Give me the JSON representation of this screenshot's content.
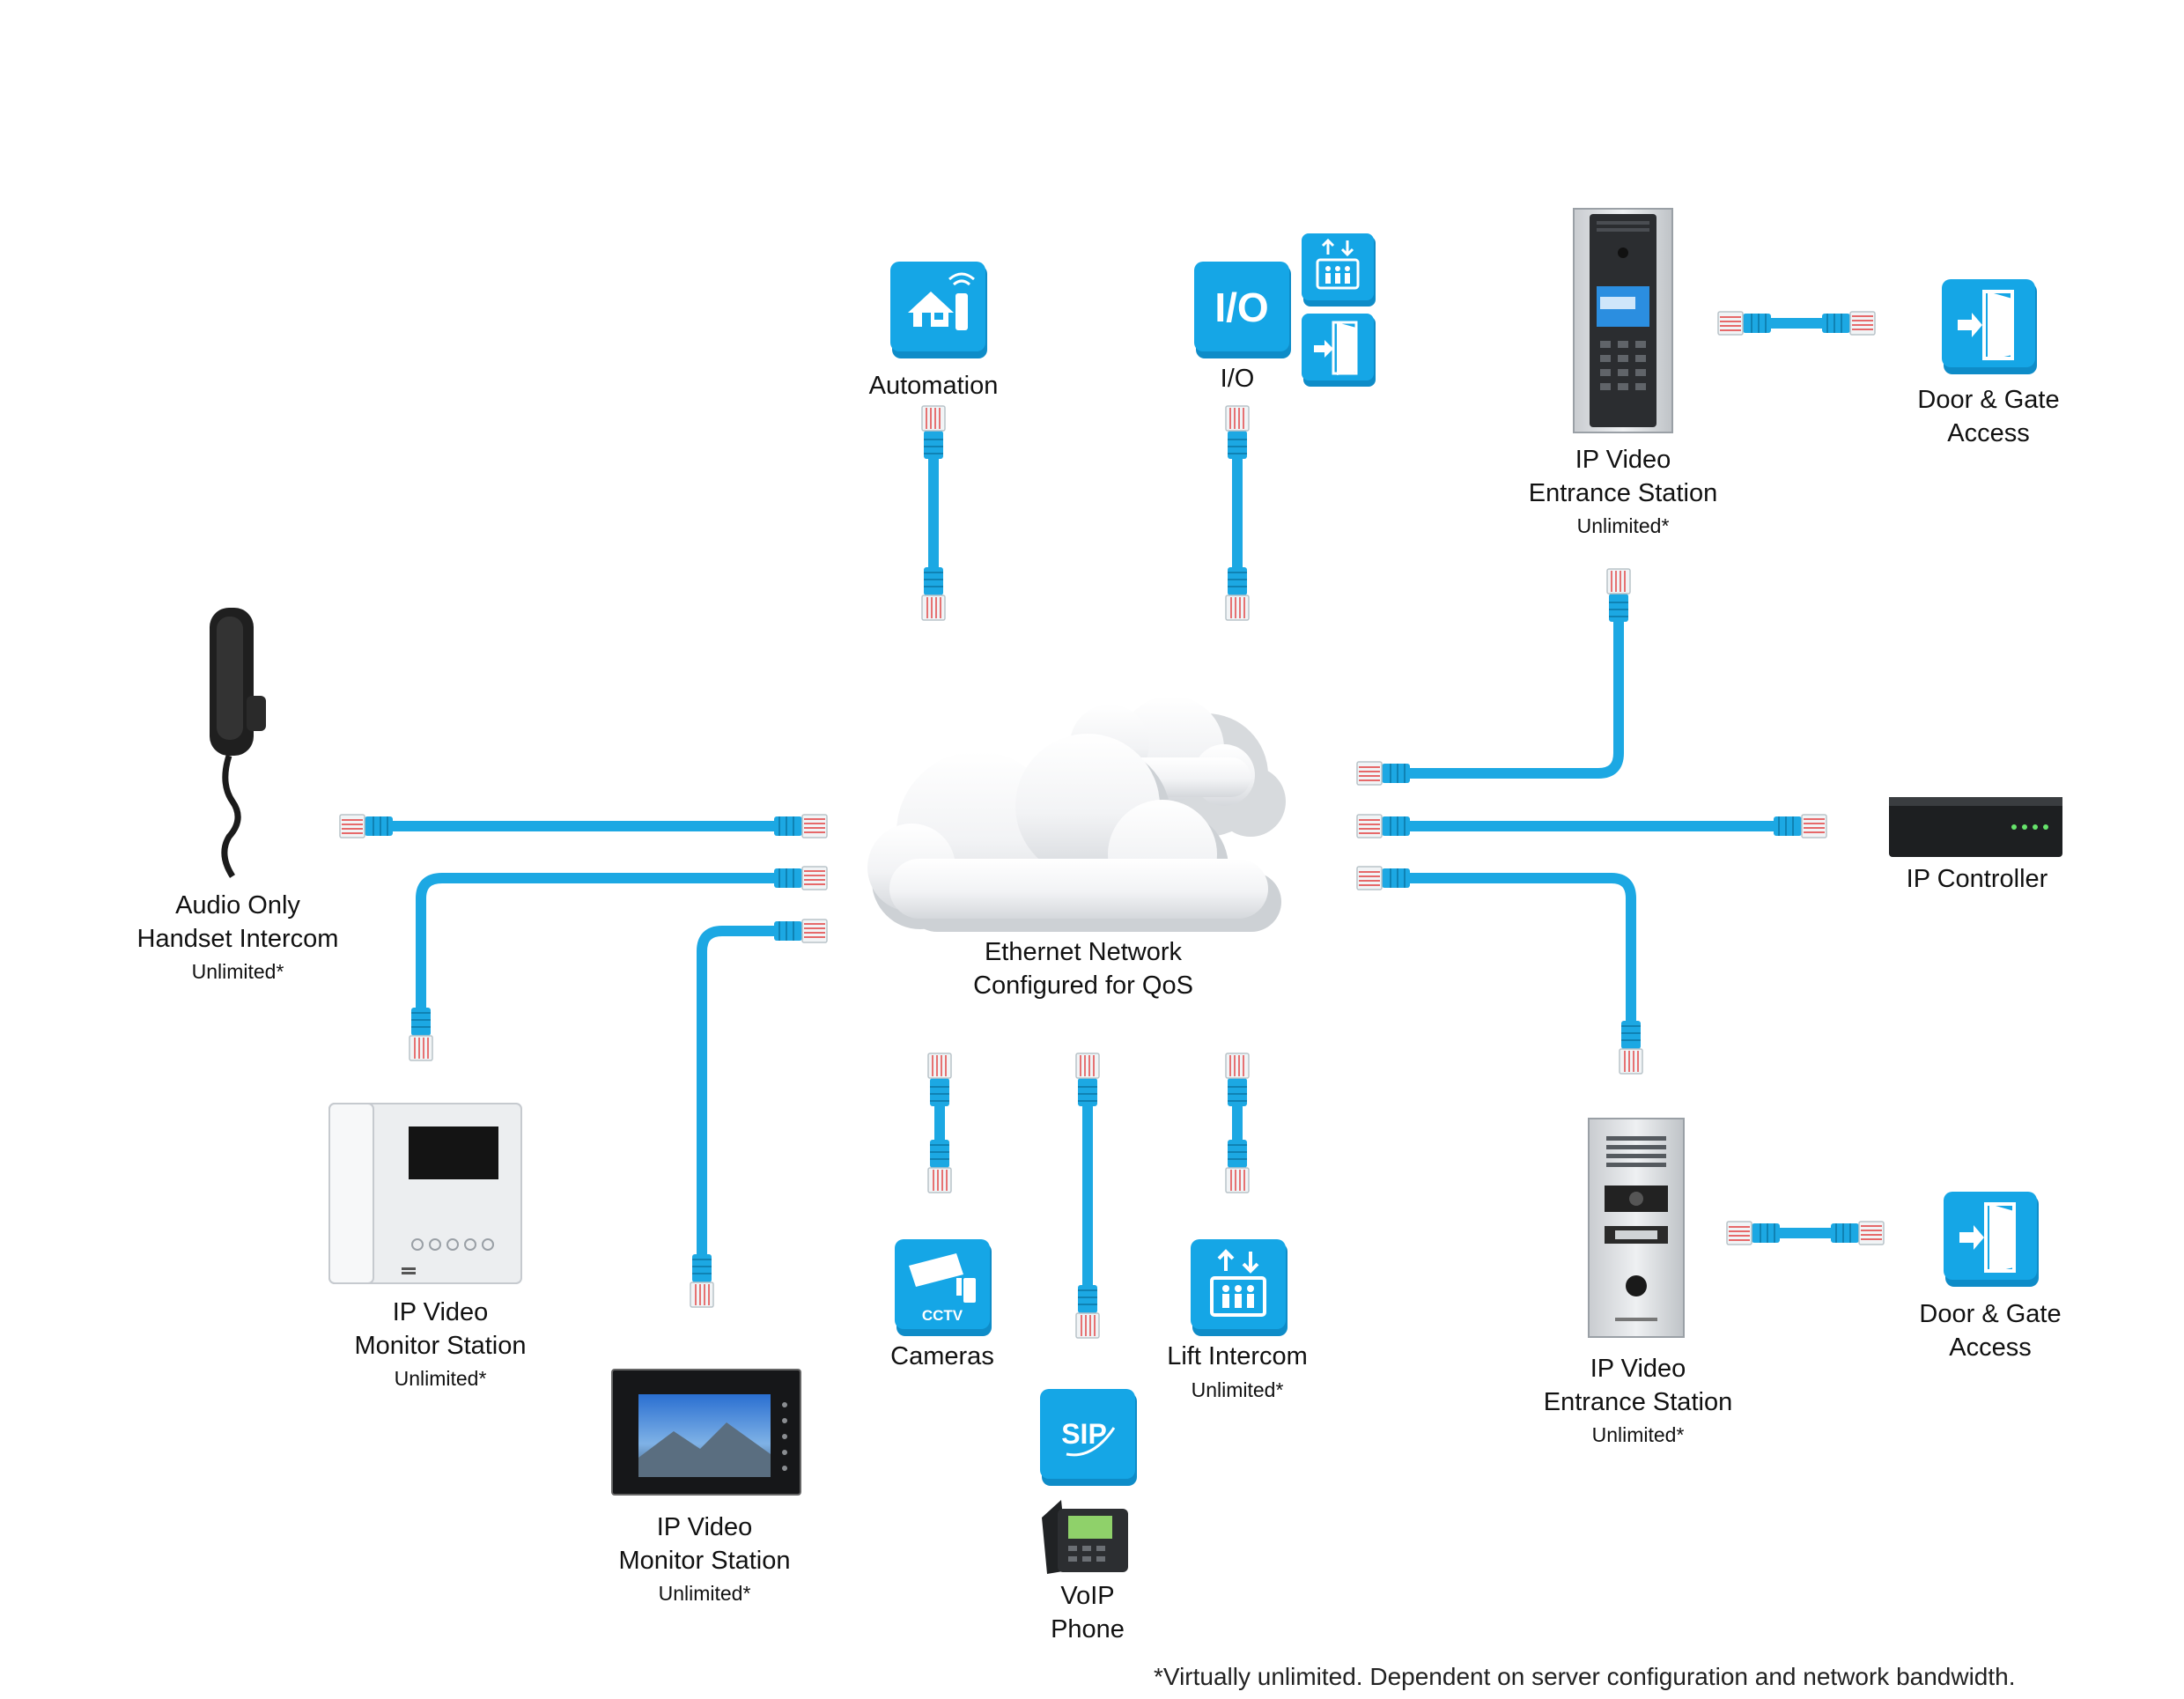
{
  "network": {
    "line1": "Ethernet Network",
    "line2": "Configured for QoS"
  },
  "nodes": {
    "automation": {
      "label": "Automation",
      "icon": "home-automation-icon"
    },
    "io": {
      "label": "I/O",
      "icon_text": "I/O"
    },
    "entrance_top": {
      "line1": "IP Video",
      "line2": "Entrance Station",
      "sub": "Unlimited*"
    },
    "door_top": {
      "line1": "Door & Gate",
      "line2": "Access"
    },
    "handset": {
      "line1": "Audio Only",
      "line2": "Handset Intercom",
      "sub": "Unlimited*"
    },
    "controller": {
      "label": "IP Controller"
    },
    "monitor_1": {
      "line1": "IP Video",
      "line2": "Monitor Station",
      "sub": "Unlimited*"
    },
    "monitor_2": {
      "line1": "IP Video",
      "line2": "Monitor Station",
      "sub": "Unlimited*"
    },
    "cameras": {
      "label": "Cameras",
      "icon_text": "CCTV"
    },
    "voip": {
      "line1": "VoIP",
      "line2": "Phone",
      "icon_text": "SIP"
    },
    "lift": {
      "label": "Lift Intercom",
      "sub": "Unlimited*"
    },
    "entrance_bottom": {
      "line1": "IP Video",
      "line2": "Entrance Station",
      "sub": "Unlimited*"
    },
    "door_bottom": {
      "line1": "Door & Gate",
      "line2": "Access"
    }
  },
  "footnote": "*Virtually unlimited. Dependent on server configuration and network bandwidth.",
  "colors": {
    "cable": "#1ca8e3",
    "tile": "#15a6e6",
    "text": "#111111"
  }
}
